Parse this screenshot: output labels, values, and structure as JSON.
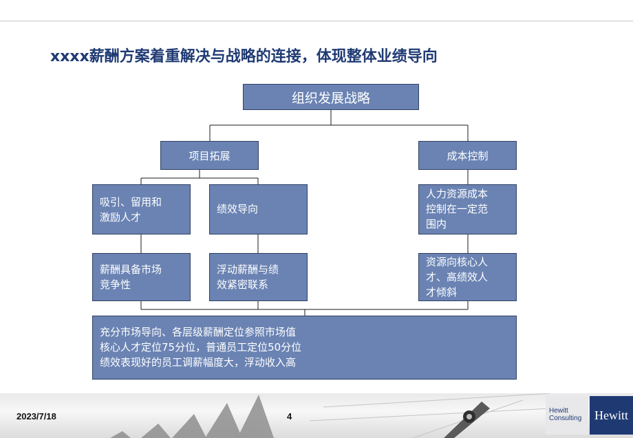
{
  "title": "xxxx薪酬方案着重解决与战略的连接，体现整体业绩导向",
  "nodes": {
    "root": "组织发展战略",
    "project": "项目拓展",
    "cost": "成本控制",
    "attract": "吸引、留用和\n激励人才",
    "performance": "绩效导向",
    "hr_cost": "人力资源成本\n控制在一定范\n围内",
    "competitive": "薪酬具备市场\n竞争性",
    "float_pay": "浮动薪酬与绩\n效紧密联系",
    "resources": "资源向核心人\n才、高绩效人\n才倾斜",
    "bottom": "充分市场导向、各层级薪酬定位参照市场值\n核心人才定位75分位，普通员工定位50分位\n绩效表现好的员工调薪幅度大，浮动收入高"
  },
  "footer": {
    "date": "2023/7/18",
    "page": "4",
    "logo_consulting": "Hewitt\nConsulting",
    "logo_hewitt": "Hewitt"
  },
  "colors": {
    "box_fill": "#6a83b3",
    "box_border": "#2f3f63",
    "title": "#1f3a73"
  }
}
